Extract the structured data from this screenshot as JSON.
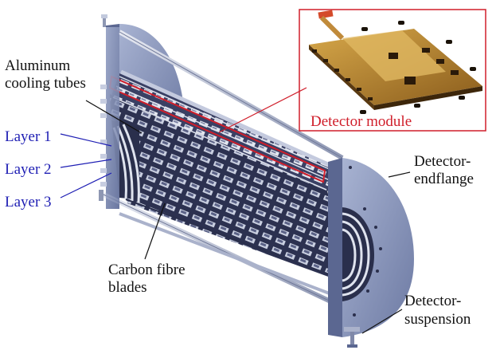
{
  "colors": {
    "flange": "#7f8db4",
    "flange_light": "#a4b0cf",
    "flange_dark": "#5b6791",
    "rod": "#bcc4db",
    "blade_dark": "#20243a",
    "blade_mid": "#4a5072",
    "blade_light": "#d4d8e6",
    "module_highlight": "#d01e2a",
    "label_blue": "#1f1fb4",
    "label_red": "#d01e2a",
    "inset_board": "#b8862c",
    "inset_board_dark": "#5a3a12"
  },
  "labels": {
    "aluminum_line1": "Aluminum",
    "aluminum_line2": "cooling tubes",
    "layer1": "Layer 1",
    "layer2": "Layer 2",
    "layer3": "Layer 3",
    "carbon_line1": "Carbon fibre",
    "carbon_line2": "blades",
    "endflange_line1": "Detector-",
    "endflange_line2": "endflange",
    "suspension_line1": "Detector-",
    "suspension_line2": "suspension",
    "module": "Detector module"
  }
}
